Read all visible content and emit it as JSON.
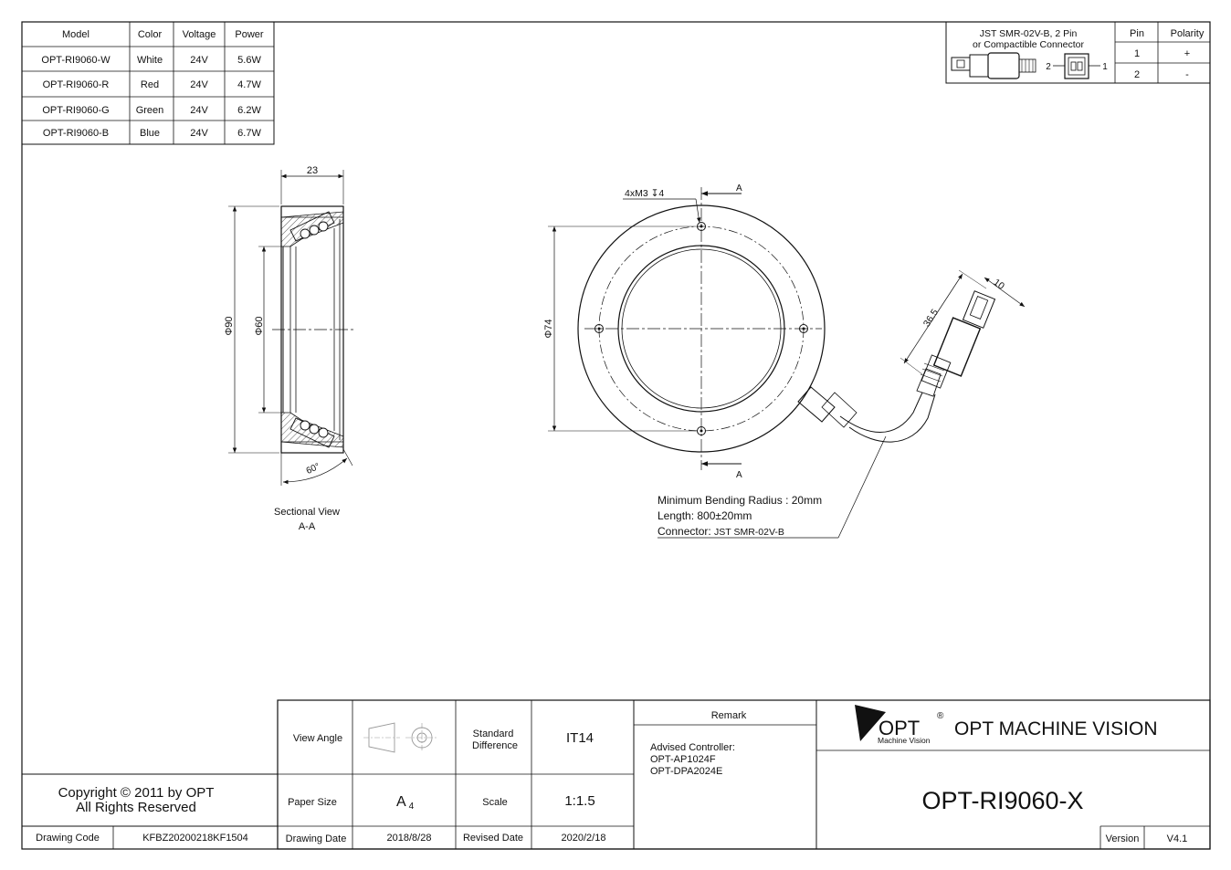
{
  "model_table": {
    "headers": [
      "Model",
      "Color",
      "Voltage",
      "Power"
    ],
    "rows": [
      [
        "OPT-RI9060-W",
        "White",
        "24V",
        "5.6W"
      ],
      [
        "OPT-RI9060-R",
        "Red",
        "24V",
        "4.7W"
      ],
      [
        "OPT-RI9060-G",
        "Green",
        "24V",
        "6.2W"
      ],
      [
        "OPT-RI9060-B",
        "Blue",
        "24V",
        "6.7W"
      ]
    ]
  },
  "connector_box": {
    "title_line1": "JST SMR-02V-B, 2 Pin",
    "title_line2": "or Compactible Connector",
    "pin_label_left": "2",
    "pin_label_right": "1",
    "pin_header": "Pin",
    "polarity_header": "Polarity",
    "rows": [
      [
        "1",
        "+"
      ],
      [
        "2",
        "-"
      ]
    ]
  },
  "section_view": {
    "dim_width": "23",
    "dim_outer": "Φ90",
    "dim_inner": "Φ60",
    "dim_angle": "60°",
    "caption_line1": "Sectional View",
    "caption_line2": "A-A"
  },
  "front_view": {
    "hole_callout": "4xM3",
    "hole_depth": "4",
    "section_label_top": "A",
    "section_label_bottom": "A",
    "dim_pcd": "Φ74",
    "dim_connector_len": "36.5",
    "dim_connector_width": "10"
  },
  "cable_note": {
    "line1": "Minimum Bending Radius : 20mm",
    "line2": "Length: 800±20mm",
    "line3_label": "Connector: ",
    "line3_value": "JST SMR-02V-B"
  },
  "title_block": {
    "copyright_line1": "Copyright © 2011 by OPT",
    "copyright_line2": "All Rights Reserved",
    "drawing_code_label": "Drawing Code",
    "drawing_code_value": "KFBZ20200218KF1504",
    "view_angle_label": "View Angle",
    "standard_label_line1": "Standard",
    "standard_label_line2": "Difference",
    "standard_value": "IT14",
    "remark_label": "Remark",
    "remark_line1": "Advised Controller:",
    "remark_line2": "OPT-AP1024F",
    "remark_line3": "OPT-DPA2024E",
    "paper_size_label": "Paper Size",
    "paper_size_value": "A",
    "paper_size_sub": "4",
    "scale_label": "Scale",
    "scale_value": "1:1.5",
    "drawing_date_label": "Drawing Date",
    "drawing_date_value": "2018/8/28",
    "revised_date_label": "Revised Date",
    "revised_date_value": "2020/2/18",
    "logo_text": "OPT",
    "logo_registered": "®",
    "logo_sub": "Machine Vision",
    "company_name": "OPT MACHINE VISION",
    "part_number": "OPT-RI9060-X",
    "version_label": "Version",
    "version_value": "V4.1"
  }
}
